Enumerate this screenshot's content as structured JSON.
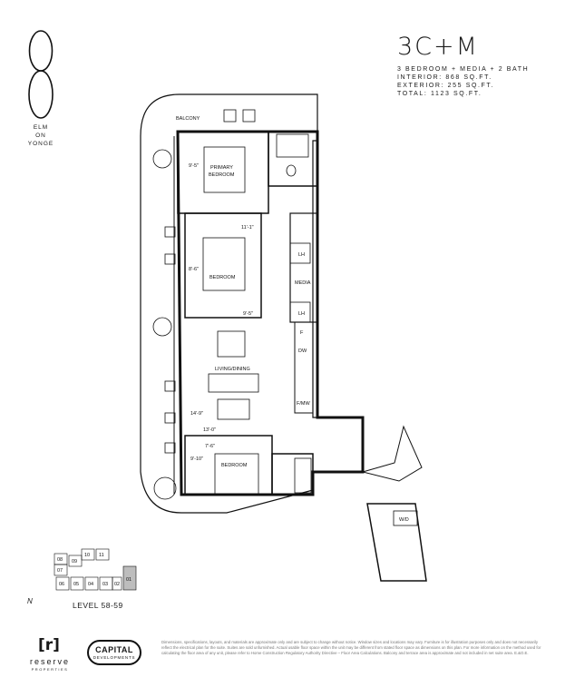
{
  "brand": {
    "logo_lines": [
      "ELM",
      "ON",
      "YONGE"
    ]
  },
  "unit": {
    "name": "3C+M",
    "details": [
      "3 BEDROOM + MEDIA + 2 BATH",
      "INTERIOR: 868 SQ.FT.",
      "EXTERIOR: 255 SQ.FT.",
      "TOTAL: 1123 SQ.FT."
    ]
  },
  "plan": {
    "balcony": "BALCONY",
    "primary_bedroom_line1": "PRIMARY",
    "primary_bedroom_line2": "BEDROOM",
    "primary_dim": "9'-5\"",
    "bedroom2": "BEDROOM",
    "bedroom2_dim_width": "11'-1\"",
    "bedroom2_dim_depth": "8'-6\"",
    "bedroom2_dim_lower": "9'-5\"",
    "media": "MEDIA",
    "lh_1": "LH",
    "lh_2": "LH",
    "fridge": "F",
    "dishwasher": "DW",
    "microwave": "F/MW",
    "living_dining": "LIVING/DINING",
    "living_dim_1": "14'-9\"",
    "living_dim_2": "13'-0\"",
    "bedroom3_dim_width": "7'-6\"",
    "bedroom3_dim_depth": "9'-10\"",
    "bedroom3": "BEDROOM",
    "wd": "W/D"
  },
  "keyplan": {
    "units": [
      "08",
      "09",
      "10",
      "11",
      "07",
      "06",
      "05",
      "04",
      "03",
      "02",
      "01"
    ],
    "north": "N",
    "level": "LEVEL 58-59"
  },
  "footer": {
    "reserve_mark": "[r]",
    "reserve_word": "reserve",
    "reserve_sub": "PROPERTIES",
    "capital_main": "CAPITAL",
    "capital_sub": "DEVELOPMENTS",
    "disclaimer": "Dimensions, specifications, layouts, and materials are approximate only and are subject to change without notice. Window sizes and locations may vary. Furniture is for illustration purposes only and does not necessarily reflect the electrical plan for the suite. Suites are sold unfurnished. Actual usable floor space within the unit may be different from stated floor space as dimensions on this plan. For more information on the method used for calculating the floor area of any unit, please refer to Home Construction Regulatory Authority Directive – Floor Area Calculations. Balcony and terrace area is approximate and not included in net suite area. E.&O.E."
  }
}
